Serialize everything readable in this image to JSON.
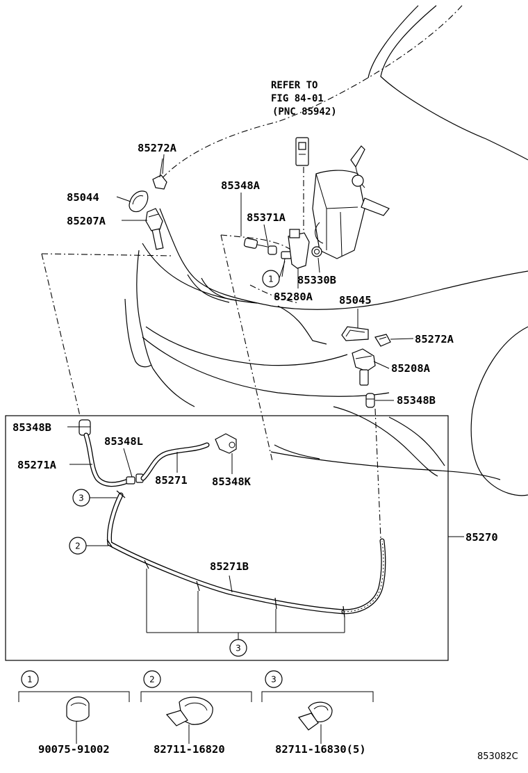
{
  "callouts": {
    "refer_line1": "REFER TO",
    "refer_line2": "FIG 84-01",
    "refer_line3": "(PNC 85942)",
    "p85272A_top": "85272A",
    "p85044": "85044",
    "p85207A": "85207A",
    "p85348A": "85348A",
    "p85371A": "85371A",
    "p85330B": "85330B",
    "p85280A": "85280A",
    "p85045": "85045",
    "p85272A_right": "85272A",
    "p85208A": "85208A",
    "p85348B_right": "85348B",
    "p85348B_left": "85348B",
    "p85348L": "85348L",
    "p85271A": "85271A",
    "p85271": "85271",
    "p85348K": "85348K",
    "p85270": "85270",
    "p85271B": "85271B"
  },
  "circles": {
    "c1": "1",
    "c2": "2",
    "c3a": "3",
    "c3b": "3"
  },
  "legend": {
    "items": [
      {
        "num": "1",
        "part": "90075-91002"
      },
      {
        "num": "2",
        "part": "82711-16820"
      },
      {
        "num": "3",
        "part": "82711-16830(5)"
      }
    ]
  },
  "figure_ref": "853082C"
}
